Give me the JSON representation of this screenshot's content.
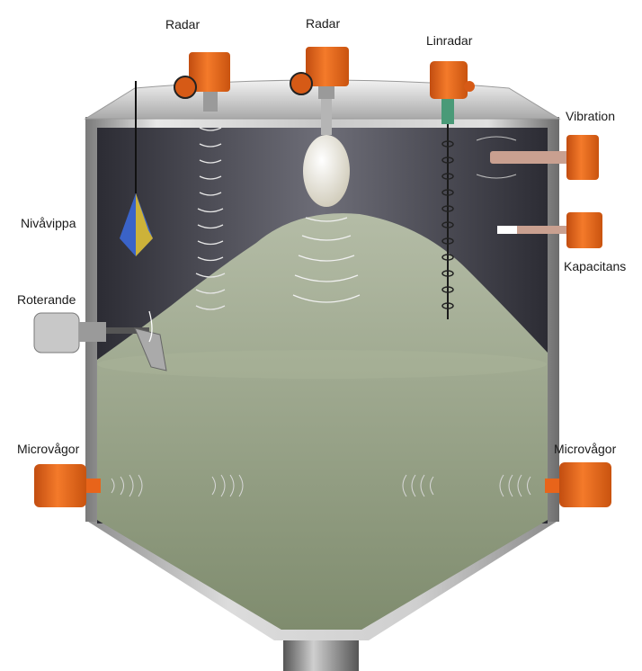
{
  "labels": {
    "radar_left": "Radar",
    "radar_center": "Radar",
    "linradar": "Linradar",
    "vibration": "Vibration",
    "nivavippa": "Nivåvippa",
    "kapacitans": "Kapacitans",
    "roterande": "Roterande",
    "microvagor_left": "Microvågor",
    "microvagor_right": "Microvågor"
  },
  "colors": {
    "instrument_orange": "#e8641a",
    "silo_metal": "#b8b8b8",
    "silo_interior": "#5a5a64",
    "bulk_material": "#9aa68c",
    "float_blue": "#3a63c8",
    "float_yellow": "#e8c020"
  }
}
